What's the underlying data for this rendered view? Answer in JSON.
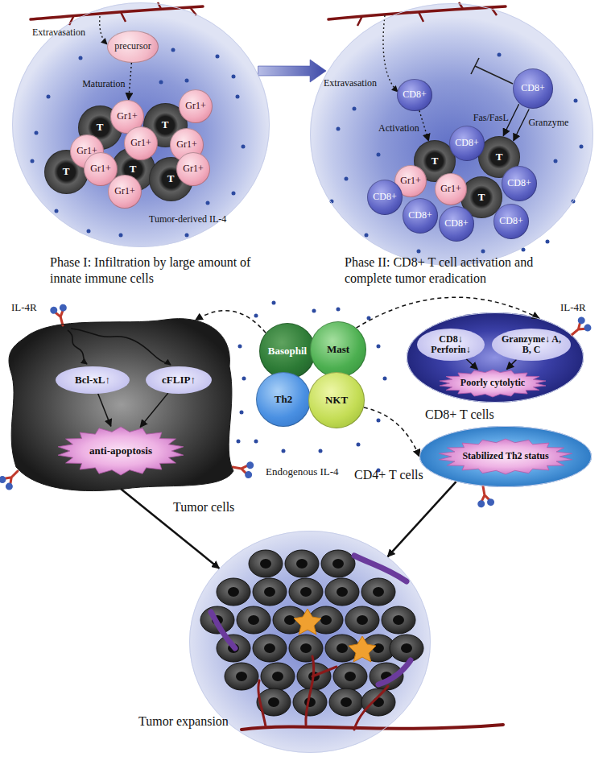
{
  "diagram": {
    "nodes": [
      {
        "text": [
          "Phase I: Infiltration by large amount of innate immune cells"
        ]
      },
      {
        "text": [
          "precursor"
        ],
        "in": 0
      },
      {
        "text": [
          "T"
        ],
        "in": 0
      },
      {
        "text": [
          "T"
        ],
        "in": 0
      },
      {
        "text": [
          "T"
        ],
        "in": 0
      },
      {
        "text": [
          "T"
        ],
        "in": 0
      },
      {
        "text": [
          "T"
        ],
        "in": 0
      },
      {
        "text": [
          "Gr1+"
        ],
        "in": 0
      },
      {
        "text": [
          "Gr1+"
        ],
        "in": 0
      },
      {
        "text": [
          "Gr1+"
        ],
        "in": 0
      },
      {
        "text": [
          "Gr1+"
        ],
        "in": 0
      },
      {
        "text": [
          "Gr1+"
        ],
        "in": 0
      },
      {
        "text": [
          "Gr1+"
        ],
        "in": 0
      },
      {
        "text": [
          "Gr1+"
        ],
        "in": 0
      },
      {
        "text": [
          "Gr1+"
        ],
        "in": 0
      },
      {
        "text": [
          "Phase II: CD8+ T cell activation and complete tumor eradication"
        ]
      },
      {
        "text": [
          "CD8+"
        ],
        "in": 15
      },
      {
        "text": [
          "CD8+"
        ],
        "in": 15
      },
      {
        "text": [
          "T"
        ],
        "in": 15
      },
      {
        "text": [
          "T"
        ],
        "in": 15
      },
      {
        "text": [
          "T"
        ],
        "in": 15
      },
      {
        "text": [
          "Gr1+"
        ],
        "in": 15
      },
      {
        "text": [
          "Gr1+"
        ],
        "in": 15
      },
      {
        "text": [
          "CD8+"
        ],
        "in": 15
      },
      {
        "text": [
          "CD8+"
        ],
        "in": 15
      },
      {
        "text": [
          "CD8+"
        ],
        "in": 15
      },
      {
        "text": [
          "CD8+"
        ],
        "in": 15
      },
      {
        "text": [
          "CD8+"
        ],
        "in": 15
      },
      {
        "text": [
          "CD8+"
        ],
        "in": 15
      },
      {
        "text": [
          "Tumor cells"
        ]
      },
      {
        "text": [
          "Bcl-xL↑"
        ],
        "in": 29
      },
      {
        "text": [
          "cFLIP↑"
        ],
        "in": 29
      },
      {
        "text": [
          "anti-apoptosis"
        ],
        "in": 29
      },
      {
        "text": [
          "Basophil"
        ]
      },
      {
        "text": [
          "Mast"
        ]
      },
      {
        "text": [
          "Th2"
        ]
      },
      {
        "text": [
          "NKT"
        ]
      },
      {
        "text": [
          "CD8+ T cells"
        ]
      },
      {
        "text": [
          "CD8↓ Perforin↓"
        ],
        "in": 37
      },
      {
        "text": [
          "Granzyme↓ A, B, C"
        ],
        "in": 37
      },
      {
        "text": [
          "Poorly cytolytic"
        ],
        "in": 37
      },
      {
        "text": [
          "CD4+ T cells"
        ]
      },
      {
        "text": [
          "Stabilized Th2 status"
        ],
        "in": 41
      },
      {
        "text": [
          "Tumor expansion"
        ]
      }
    ],
    "edges": [
      {
        "from": 0,
        "to": 15,
        "arrow": "to"
      },
      {
        "from": 1,
        "to": 8,
        "label": "Maturation",
        "arrow": "to"
      },
      {
        "from": 16,
        "to": 18,
        "label": "Activation",
        "arrow": "to"
      },
      {
        "from": 17,
        "to": 19,
        "label": "Fas/FasL",
        "arrow": "to"
      },
      {
        "from": 17,
        "to": 19,
        "label": "Granzyme",
        "arrow": "to"
      },
      {
        "from": 30,
        "to": 32,
        "arrow": "to"
      },
      {
        "from": 31,
        "to": 32,
        "arrow": "to"
      },
      {
        "from": 33,
        "to": 29,
        "arrow": "to"
      },
      {
        "from": 34,
        "to": 37,
        "arrow": "to"
      },
      {
        "from": 36,
        "to": 41,
        "arrow": "to"
      },
      {
        "from": 38,
        "to": 40,
        "arrow": "to"
      },
      {
        "from": 39,
        "to": 40,
        "arrow": "to"
      },
      {
        "from": 29,
        "to": 43,
        "arrow": "to"
      },
      {
        "from": 41,
        "to": 43,
        "arrow": "to"
      }
    ],
    "labels": [
      "Extravasation",
      "Tumor-derived IL-4",
      "Extravasation",
      "IL-4R",
      "Endogenous IL-4",
      "IL-4R"
    ]
  }
}
